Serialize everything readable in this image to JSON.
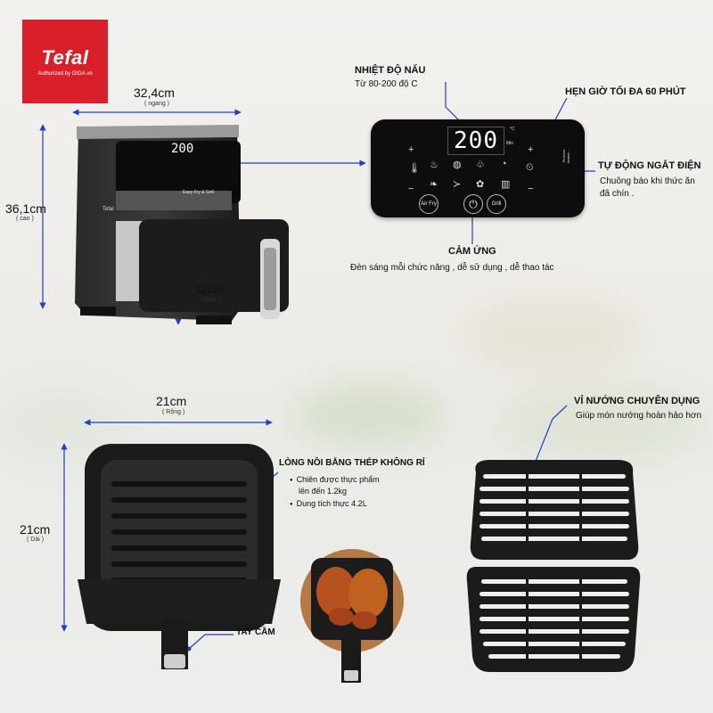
{
  "brand": {
    "name": "Tefal",
    "subtitle": "Authorized by GIGA.vn"
  },
  "device": {
    "display": "200",
    "model_label": "Easy Fry & Grill",
    "brand_label": "Tefal"
  },
  "dimensions": {
    "width": {
      "value": "32,4cm",
      "note": "( ngang )"
    },
    "height": {
      "value": "36,1cm",
      "note": "( cao )"
    },
    "basket_height": {
      "value": "12cm",
      "note": "( Cao )"
    },
    "basket_width": {
      "value": "21cm",
      "note": "( Rộng )"
    },
    "basket_length": {
      "value": "21cm",
      "note": "( Dài )"
    }
  },
  "control_panel": {
    "display": "200",
    "unit_c": "°C",
    "unit_min": "Min",
    "button_airfry": "Air Fry",
    "button_grill": "Grill",
    "side_text": "Remove basket ..."
  },
  "features": {
    "temperature": {
      "title": "NHIỆT ĐỘ NẤU",
      "text": "Từ 80-200 độ C"
    },
    "timer": {
      "title": "HẸN GIỜ TỐI ĐA 60 PHÚT"
    },
    "auto_off": {
      "title": "TỰ ĐỘNG NGẮT ĐIỆN",
      "lines": [
        "Chuông báo khi thức ăn",
        "đã chín ."
      ]
    },
    "touch": {
      "title": "CẢM ỨNG",
      "text": "Đèn sáng mỗi chức năng , dễ sử dụng , dễ thao tác"
    },
    "grill_plate": {
      "title": "VỈ NƯỚNG CHUYÊN DỤNG",
      "text": "Giúp món nướng hoàn hảo hơn"
    },
    "basket": {
      "title": "LÒNG NỒI BẰNG THÉP KHÔNG RỈ",
      "bullets": [
        "Chiên được thực phẩm",
        "lên đến 1.2kg",
        "Dung tích thực 4.2L"
      ]
    },
    "handle": {
      "title": "TAY CẦM"
    }
  },
  "colors": {
    "brand_red": "#d9202a",
    "line_blue": "#1f3fbf",
    "device_black": "#1a1a1a"
  }
}
